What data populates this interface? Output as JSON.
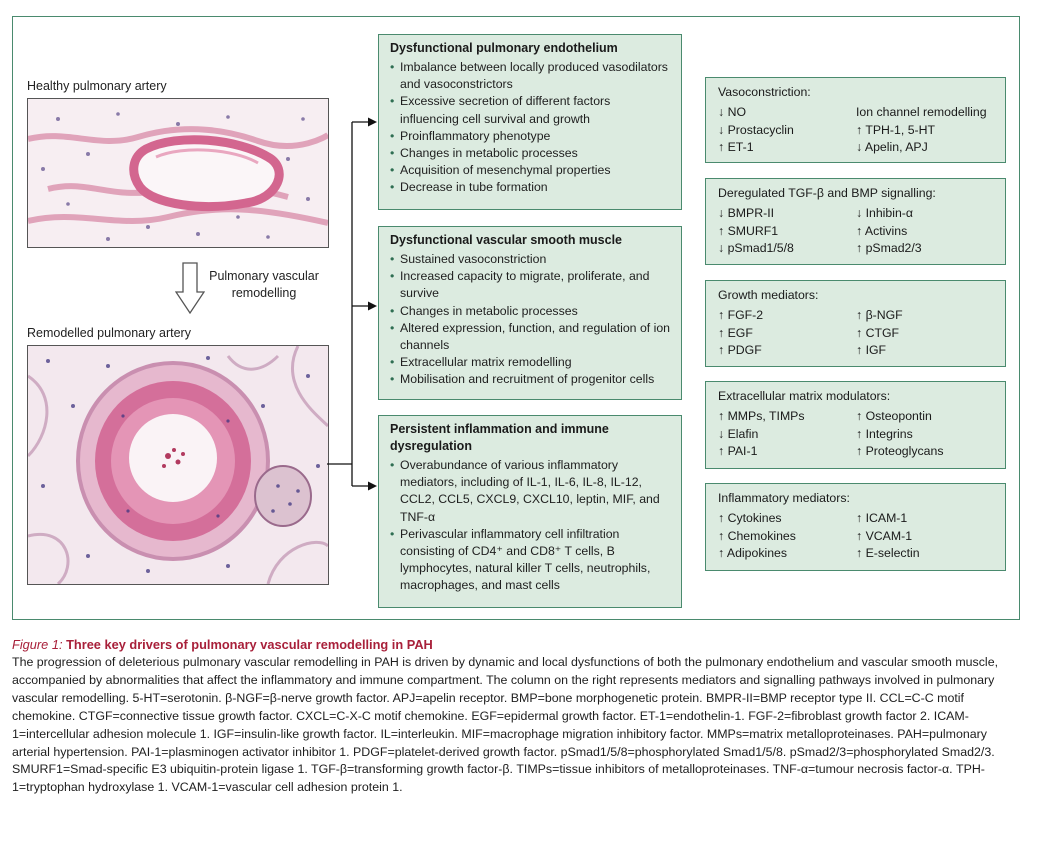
{
  "figure": {
    "healthy_label": "Healthy pulmonary artery",
    "remodelled_label": "Remodelled pulmonary artery",
    "arrow_label": "Pulmonary vascular remodelling"
  },
  "drivers": [
    {
      "title": "Dysfunctional pulmonary endothelium",
      "items": [
        "Imbalance between locally produced vasodilators and vasoconstrictors",
        "Excessive secretion of different factors influencing cell survival and growth",
        "Proinflammatory phenotype",
        "Changes in metabolic processes",
        "Acquisition of mesenchymal properties",
        "Decrease in tube formation"
      ]
    },
    {
      "title": "Dysfunctional vascular smooth muscle",
      "items": [
        "Sustained vasoconstriction",
        "Increased capacity to migrate, proliferate, and survive",
        "Changes in metabolic processes",
        "Altered expression, function, and regulation of ion channels",
        "Extracellular matrix remodelling",
        "Mobilisation and recruitment of progenitor cells"
      ]
    },
    {
      "title": "Persistent inflammation and immune dysregulation",
      "items": [
        "Overabundance of various inflammatory mediators, including of IL-1, IL-6, IL-8, IL-12, CCL2, CCL5, CXCL9, CXCL10, leptin, MIF, and TNF-α",
        "Perivascular inflammatory cell infiltration consisting of CD4⁺ and CD8⁺ T cells, B lymphocytes, natural killer T cells, neutrophils, macrophages, and mast cells"
      ]
    }
  ],
  "mediators": [
    {
      "title": "Vasoconstriction:",
      "left": [
        "↓ NO",
        "↓ Prostacyclin",
        "↑ ET-1"
      ],
      "right": [
        "Ion channel remodelling",
        "↑ TPH-1, 5-HT",
        "↓ Apelin, APJ"
      ]
    },
    {
      "title": "Deregulated TGF-β and BMP signalling:",
      "left": [
        "↓ BMPR-II",
        "↑ SMURF1",
        "↓ pSmad1/5/8"
      ],
      "right": [
        "↓ Inhibin-α",
        "↑ Activins",
        "↑ pSmad2/3"
      ]
    },
    {
      "title": "Growth mediators:",
      "left": [
        "↑ FGF-2",
        "↑ EGF",
        "↑ PDGF"
      ],
      "right": [
        "↑ β-NGF",
        "↑ CTGF",
        "↑ IGF"
      ]
    },
    {
      "title": "Extracellular matrix modulators:",
      "left": [
        "↑ MMPs, TIMPs",
        "↓ Elafin",
        "↑ PAI-1"
      ],
      "right": [
        "↑ Osteopontin",
        "↑ Integrins",
        "↑ Proteoglycans"
      ]
    },
    {
      "title": "Inflammatory mediators:",
      "left": [
        "↑ Cytokines",
        "↑ Chemokines",
        "↑ Adipokines"
      ],
      "right": [
        "↑ ICAM-1",
        "↑ VCAM-1",
        "↑ E-selectin"
      ]
    }
  ],
  "caption": {
    "label": "Figure 1:",
    "title": "Three key drivers of pulmonary vascular remodelling in PAH",
    "body": "The progression of deleterious pulmonary vascular remodelling in PAH is driven by dynamic and local dysfunctions of both the pulmonary endothelium and vascular smooth muscle, accompanied by abnormalities that affect the inflammatory and immune compartment. The column on the right represents mediators and signalling pathways involved in pulmonary vascular remodelling. 5-HT=serotonin. β-NGF=β-nerve growth factor. APJ=apelin receptor. BMP=bone morphogenetic protein. BMPR-II=BMP receptor type II. CCL=C-C motif chemokine. CTGF=connective tissue growth factor. CXCL=C-X-C motif chemokine. EGF=epidermal growth factor. ET-1=endothelin-1. FGF-2=fibroblast growth factor 2. ICAM-1=intercellular adhesion molecule 1. IGF=insulin-like growth factor. IL=interleukin. MIF=macrophage migration inhibitory factor. MMPs=matrix metalloproteinases. PAH=pulmonary arterial hypertension. PAI-1=plasminogen activator inhibitor 1. PDGF=platelet-derived growth factor. pSmad1/5/8=phosphorylated Smad1/5/8. pSmad2/3=phosphorylated Smad2/3. SMURF1=Smad-specific E3 ubiquitin-protein ligase 1. TGF-β=transforming growth factor-β. TIMPs=tissue inhibitors of metalloproteinases. TNF-α=tumour necrosis factor-α. TPH-1=tryptophan hydroxylase 1. VCAM-1=vascular cell adhesion protein 1."
  }
}
